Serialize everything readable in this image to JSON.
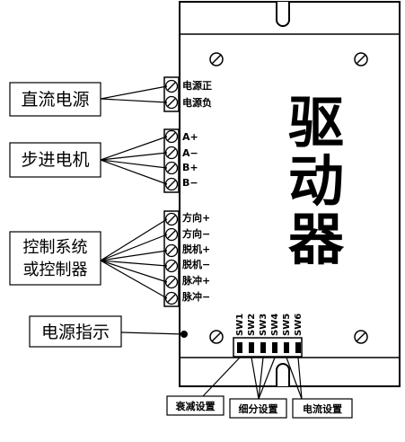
{
  "left_groups": [
    {
      "label": "直流电源"
    },
    {
      "label": "步进电机"
    },
    {
      "label_lines": [
        "控制系统",
        "或控制器"
      ]
    },
    {
      "label": "电源指示"
    }
  ],
  "terminals": [
    {
      "label": "电源正"
    },
    {
      "label": "电源负"
    },
    {
      "label": "A+"
    },
    {
      "label": "A−"
    },
    {
      "label": "B+"
    },
    {
      "label": "B−"
    },
    {
      "label": "方向+"
    },
    {
      "label": "方向−"
    },
    {
      "label": "脱机+"
    },
    {
      "label": "脱机−"
    },
    {
      "label": "脉冲+"
    },
    {
      "label": "脉冲−"
    }
  ],
  "driver_title_chars": [
    "驱",
    "动",
    "器"
  ],
  "switches": [
    "SW1",
    "SW2",
    "SW3",
    "SW4",
    "SW5",
    "SW6"
  ],
  "bottom_labels": {
    "attenuation": "衰减设置",
    "subdivision": "细分设置",
    "current": "电流设置"
  }
}
